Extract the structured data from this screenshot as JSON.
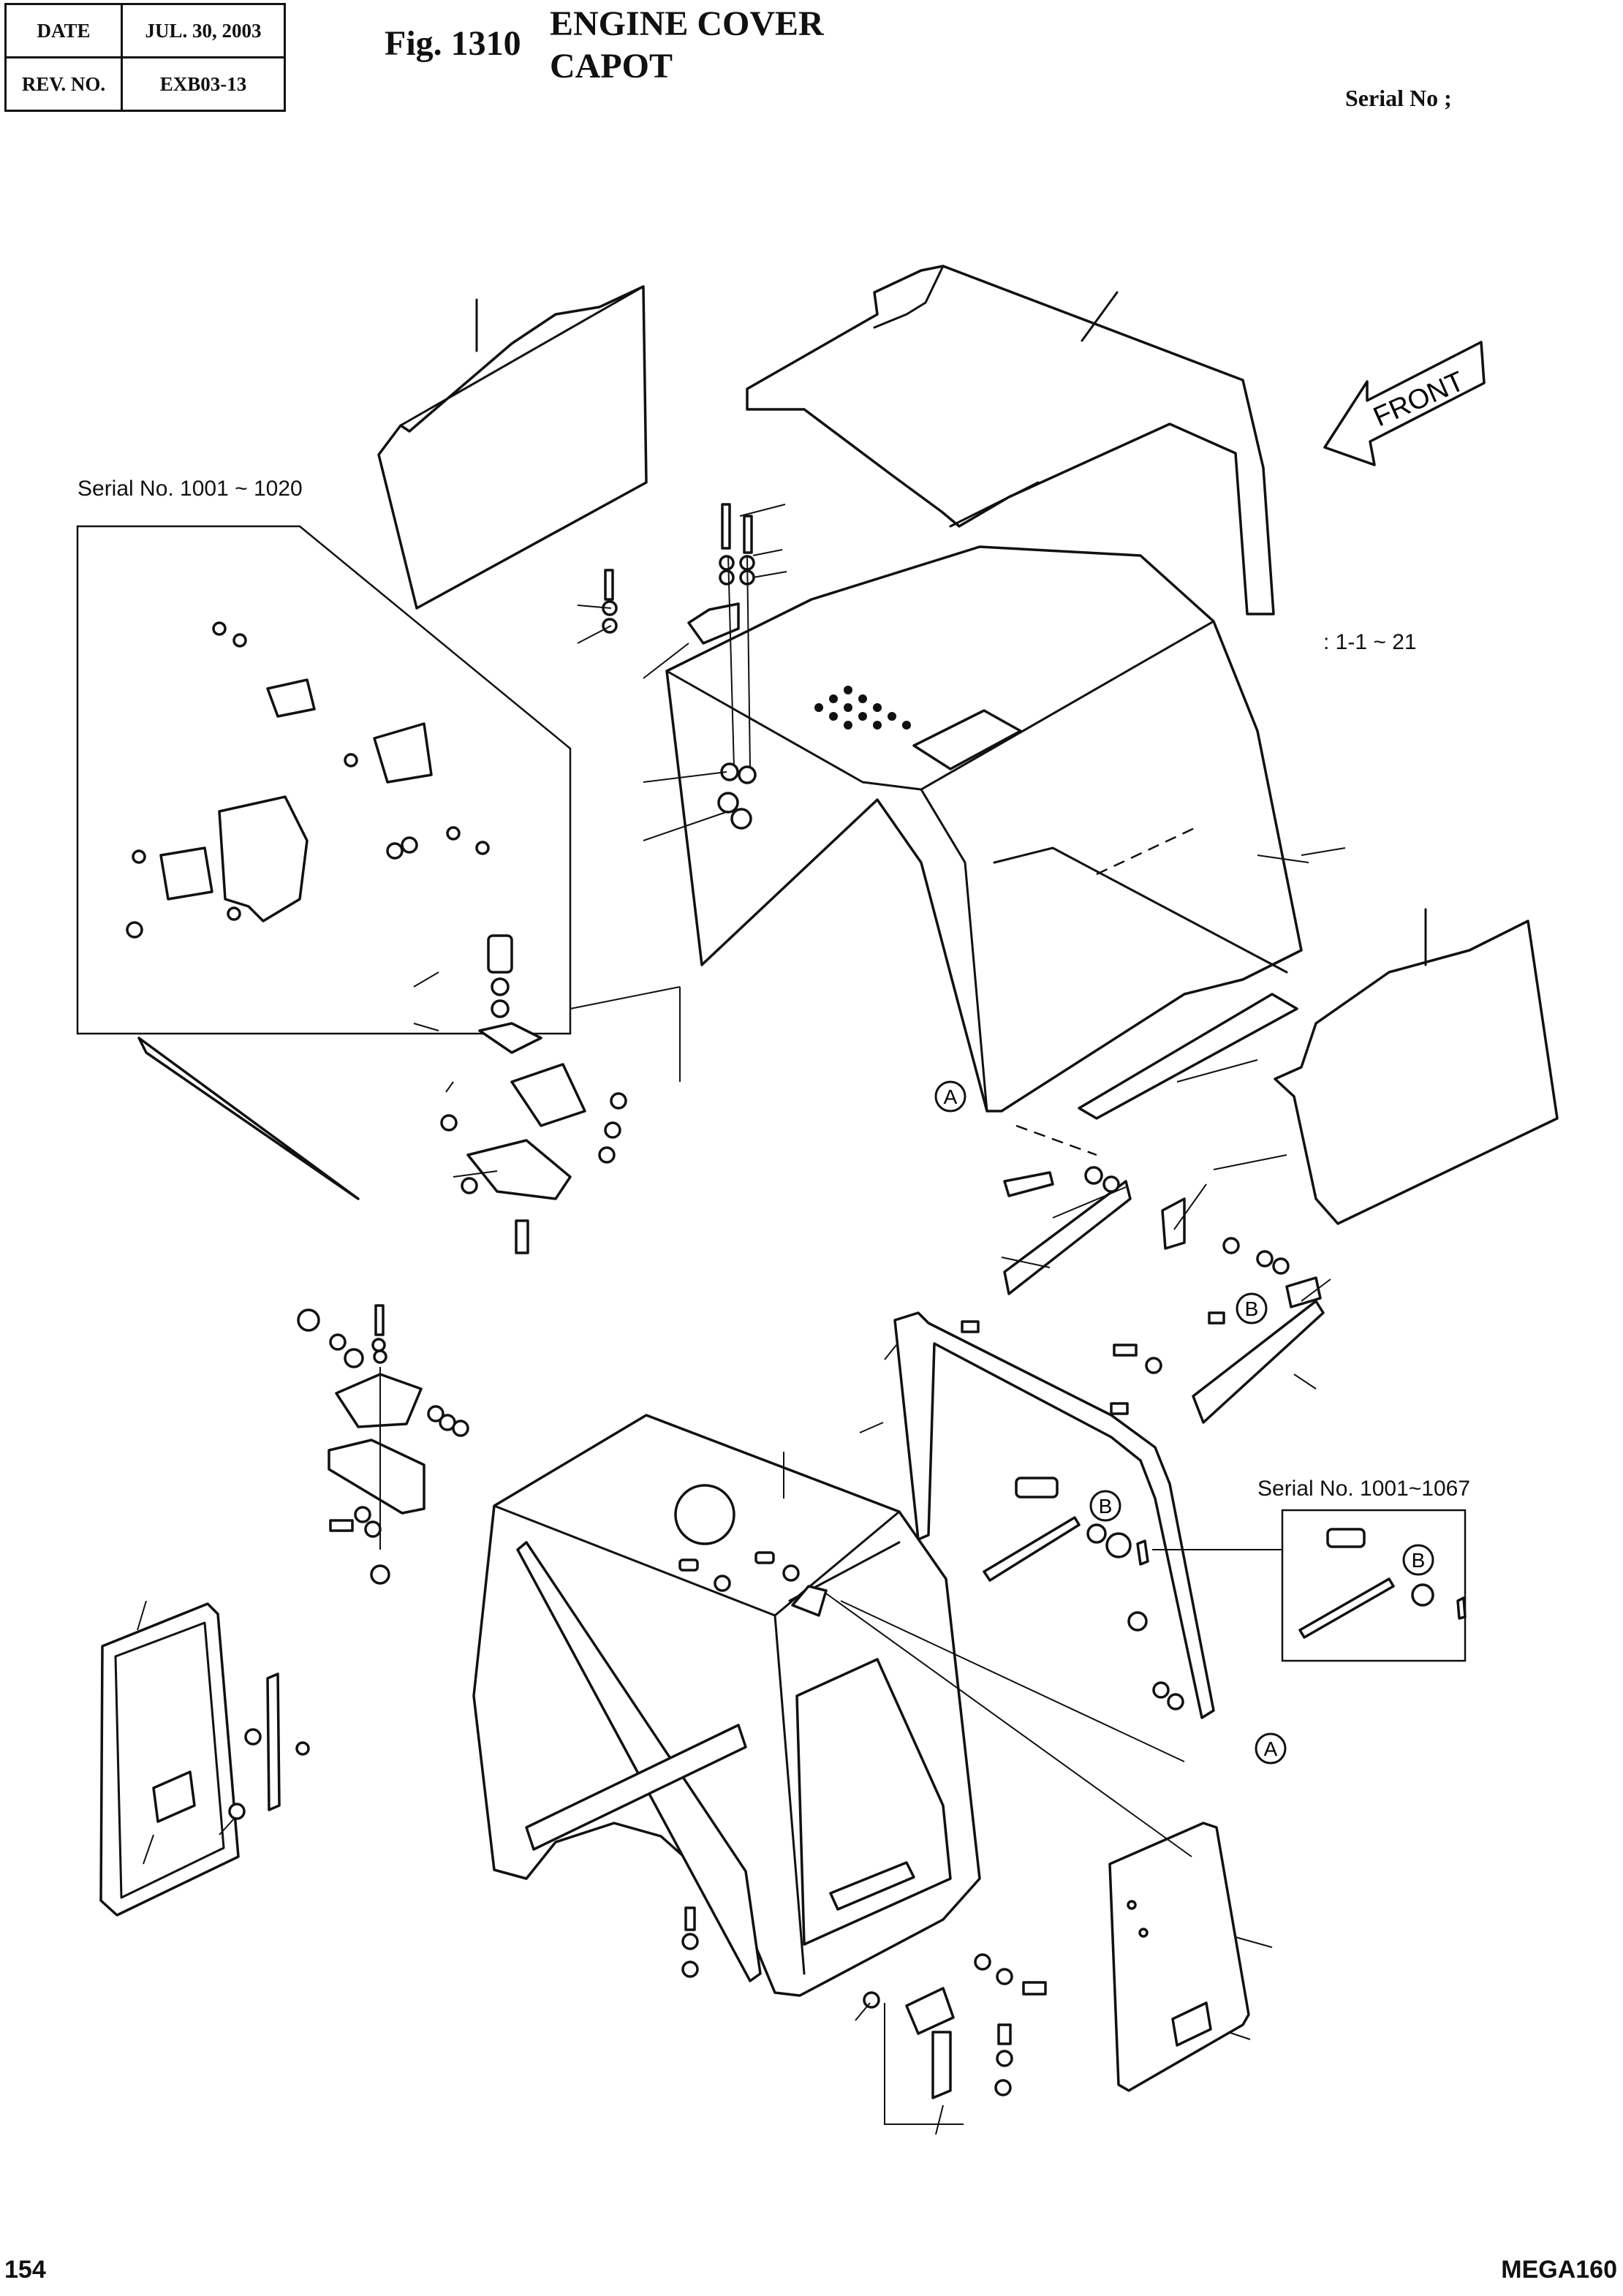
{
  "header": {
    "date_label": "DATE",
    "date_value": "JUL. 30, 2003",
    "rev_label": "REV. NO.",
    "rev_value": "EXB03-13",
    "fig_label": "Fig. 1310",
    "title_en": "ENGINE COVER",
    "title_fr": "CAPOT",
    "serial_label": "Serial No ;"
  },
  "notes": {
    "serial_1001_1020": "Serial No. 1001 ~ 1020",
    "range": ": 1-1 ~ 21",
    "serial_1001_1067": "Serial No. 1001~1067"
  },
  "direction": {
    "front": "FRONT"
  },
  "callouts": [
    "A",
    "A",
    "B",
    "B",
    "B"
  ],
  "footer": {
    "page": "154",
    "model": "MEGA160"
  }
}
